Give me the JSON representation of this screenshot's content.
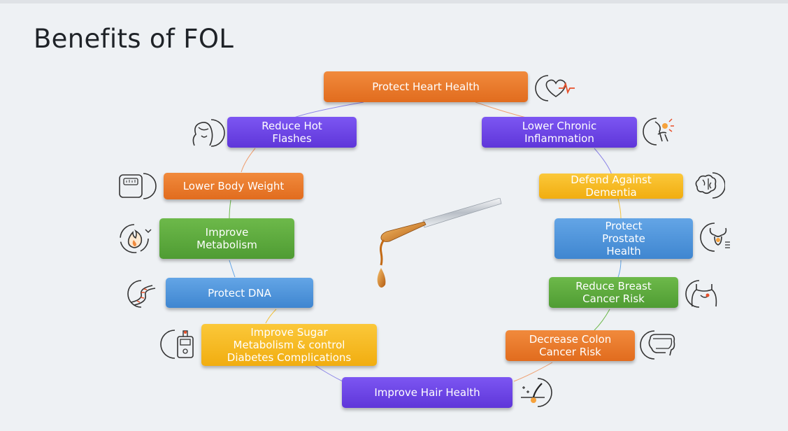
{
  "title": "Benefits of FOL",
  "benefits": [
    {
      "label": "Protect Heart Health",
      "icon": "heart-rate-icon"
    },
    {
      "label": "Lower Chronic\nInflammation",
      "icon": "knee-joint-icon"
    },
    {
      "label": "Defend Against\nDementia",
      "icon": "brain-icon"
    },
    {
      "label": "Protect\nProstate\nHealth",
      "icon": "prostate-icon"
    },
    {
      "label": "Reduce Breast\nCancer Risk",
      "icon": "breast-icon"
    },
    {
      "label": "Decrease Colon\nCancer Risk",
      "icon": "colon-icon"
    },
    {
      "label": "Improve Hair Health",
      "icon": "hair-follicle-icon"
    },
    {
      "label": "Improve Sugar\nMetabolism & control\nDiabetes Complications",
      "icon": "glucose-meter-icon"
    },
    {
      "label": "Protect DNA",
      "icon": "dna-icon"
    },
    {
      "label": "Improve\nMetabolism",
      "icon": "metabolism-flame-icon"
    },
    {
      "label": "Lower Body Weight",
      "icon": "weight-scale-icon"
    },
    {
      "label": "Reduce Hot\nFlashes",
      "icon": "woman-head-icon"
    }
  ],
  "center_image": "oil-dropper-icon"
}
